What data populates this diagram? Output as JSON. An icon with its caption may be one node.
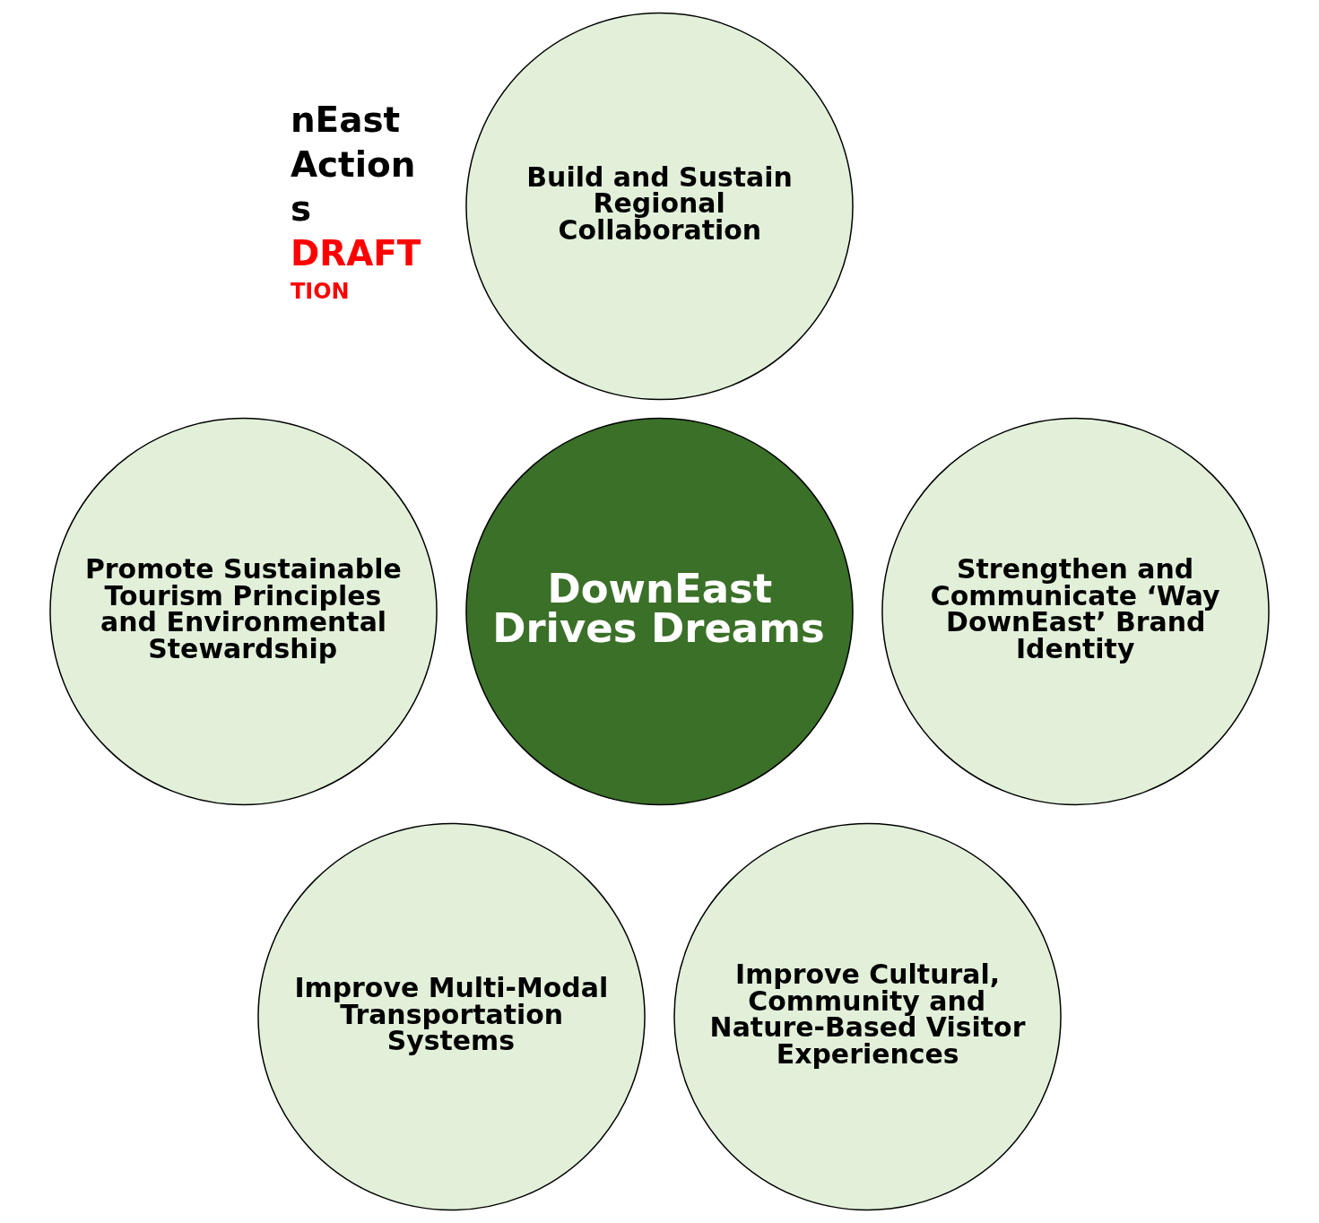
{
  "diagram": {
    "nodes": [
      {
        "text": [
          "Build and Sustain Regional Collaboration"
        ]
      },
      {
        "text": [
          "Promote Sustainable Tourism Principles and Environmental Stewardship"
        ]
      },
      {
        "text": [
          "DownEast Drives Dreams"
        ]
      },
      {
        "text": [
          "Strengthen and Communicate ‘Way DownEast’ Brand Identity"
        ]
      },
      {
        "text": [
          "Improve Multi-Modal Transportation Systems"
        ]
      },
      {
        "text": [
          "Improve Cultural, Community and Nature-Based Visitor Experiences"
        ]
      }
    ],
    "edges": [],
    "labels": [
      "nEast",
      "Action",
      "s",
      "DRAFT",
      "TION"
    ]
  }
}
